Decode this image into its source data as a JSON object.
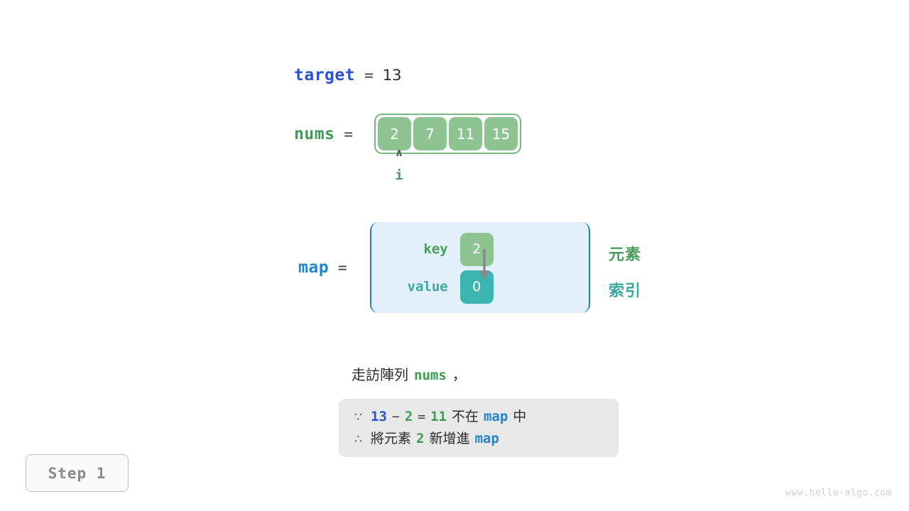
{
  "target": {
    "label": "target",
    "equals": "=",
    "value": "13"
  },
  "nums": {
    "label": "nums",
    "equals": "=",
    "cells": [
      "2",
      "7",
      "11",
      "15"
    ],
    "pointer": {
      "caret": "∧",
      "label": "i",
      "index": 0
    }
  },
  "map": {
    "label": "map",
    "equals": "=",
    "rows": [
      {
        "label": "key",
        "cell": "2"
      },
      {
        "label": "value",
        "cell": "0"
      }
    ],
    "annotations": {
      "element": "元素",
      "index": "索引"
    }
  },
  "caption": {
    "prefix": "走訪陣列",
    "code": "nums",
    "suffix": "，"
  },
  "explanation": {
    "line1": {
      "symbol": "∵",
      "a": "13",
      "minus": "−",
      "b": "2",
      "eq": "=",
      "result": "11",
      "not_in": "不在",
      "map": "map",
      "tail": "中"
    },
    "line2": {
      "symbol": "∴",
      "prefix": "將元素",
      "value": "2",
      "verb": "新增進",
      "map": "map"
    }
  },
  "step_badge": "Step 1",
  "watermark": "www.hello-algo.com",
  "colors": {
    "target_blue": "#2a52d4",
    "nums_green": "#3d9b55",
    "map_blue": "#1f87d0",
    "cell_green": "#8ec492",
    "cell_teal": "#3cb5b0",
    "box_fill": "#e3f0fb",
    "explain_fill": "#e8e8e8"
  }
}
